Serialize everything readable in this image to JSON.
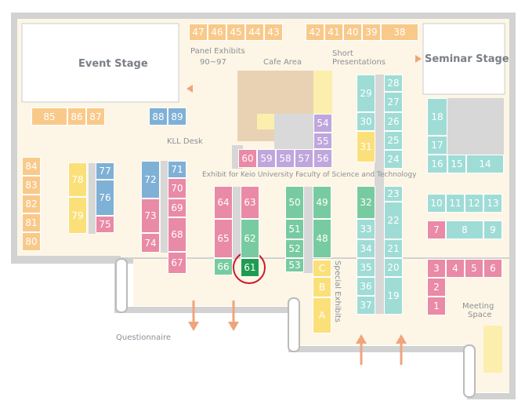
{
  "labels": {
    "event_stage": "Event Stage",
    "seminar_stage": "Seminar Stage",
    "panel_exhibits": "Panel Exhibits",
    "panel_range": "90~97",
    "cafe_area": "Cafe Area",
    "short_presentations_1": "Short",
    "short_presentations_2": "Presentations",
    "kll_desk": "KLL Desk",
    "keio_exhibit": "Exhibit for Keio University Faculty of Science and Technology",
    "special_exhibits": "Special Exhibits",
    "questionnaire": "Questionnaire",
    "meeting_space_1": "Meeting",
    "meeting_space_2": "Space"
  },
  "highlight": {
    "booth": "61",
    "color": "#d0182a"
  },
  "colors": {
    "orange": "#f9c98a",
    "purple": "#bfa6dd",
    "teal": "#9fdcd6",
    "green": "#78cba0",
    "pink": "#e98aa6",
    "blue": "#7fb0d6",
    "yellow": "#fbe07a",
    "lightyellow": "#fcefae",
    "darkgreen": "#1f9c52",
    "gray": "#d7d7d7",
    "floor": "#fdf6e6",
    "wall": "#cfcfcf"
  },
  "booths": [
    {
      "id": "47",
      "c": "orange"
    },
    {
      "id": "46",
      "c": "orange"
    },
    {
      "id": "45",
      "c": "orange"
    },
    {
      "id": "44",
      "c": "orange"
    },
    {
      "id": "43",
      "c": "orange"
    },
    {
      "id": "42",
      "c": "orange"
    },
    {
      "id": "41",
      "c": "orange"
    },
    {
      "id": "40",
      "c": "orange"
    },
    {
      "id": "39",
      "c": "orange"
    },
    {
      "id": "38",
      "c": "orange"
    },
    {
      "id": "85",
      "c": "orange"
    },
    {
      "id": "86",
      "c": "orange"
    },
    {
      "id": "87",
      "c": "orange"
    },
    {
      "id": "88",
      "c": "blue"
    },
    {
      "id": "89",
      "c": "blue"
    },
    {
      "id": "84",
      "c": "orange"
    },
    {
      "id": "83",
      "c": "orange"
    },
    {
      "id": "82",
      "c": "orange"
    },
    {
      "id": "81",
      "c": "orange"
    },
    {
      "id": "80",
      "c": "orange"
    },
    {
      "id": "78",
      "c": "yellow"
    },
    {
      "id": "79",
      "c": "yellow"
    },
    {
      "id": "77",
      "c": "blue"
    },
    {
      "id": "76",
      "c": "blue"
    },
    {
      "id": "75",
      "c": "pink"
    },
    {
      "id": "72",
      "c": "blue"
    },
    {
      "id": "73",
      "c": "pink"
    },
    {
      "id": "74",
      "c": "pink"
    },
    {
      "id": "71",
      "c": "blue"
    },
    {
      "id": "70",
      "c": "pink"
    },
    {
      "id": "69",
      "c": "pink"
    },
    {
      "id": "68",
      "c": "pink"
    },
    {
      "id": "67",
      "c": "pink"
    },
    {
      "id": "64",
      "c": "pink"
    },
    {
      "id": "65",
      "c": "pink"
    },
    {
      "id": "66",
      "c": "green"
    },
    {
      "id": "63",
      "c": "pink"
    },
    {
      "id": "62",
      "c": "green"
    },
    {
      "id": "61",
      "c": "darkgreen"
    },
    {
      "id": "60",
      "c": "pink"
    },
    {
      "id": "59",
      "c": "purple"
    },
    {
      "id": "58",
      "c": "purple"
    },
    {
      "id": "57",
      "c": "purple"
    },
    {
      "id": "56",
      "c": "purple"
    },
    {
      "id": "54",
      "c": "purple"
    },
    {
      "id": "55",
      "c": "purple"
    },
    {
      "id": "50",
      "c": "green"
    },
    {
      "id": "51",
      "c": "green"
    },
    {
      "id": "52",
      "c": "green"
    },
    {
      "id": "53",
      "c": "green"
    },
    {
      "id": "49",
      "c": "green"
    },
    {
      "id": "48",
      "c": "green"
    },
    {
      "id": "C",
      "c": "yellow"
    },
    {
      "id": "B",
      "c": "yellow"
    },
    {
      "id": "A",
      "c": "yellow"
    },
    {
      "id": "29",
      "c": "teal"
    },
    {
      "id": "30",
      "c": "teal"
    },
    {
      "id": "31",
      "c": "yellow"
    },
    {
      "id": "28",
      "c": "teal"
    },
    {
      "id": "27",
      "c": "teal"
    },
    {
      "id": "26",
      "c": "teal"
    },
    {
      "id": "25",
      "c": "teal"
    },
    {
      "id": "24",
      "c": "teal"
    },
    {
      "id": "32",
      "c": "green"
    },
    {
      "id": "33",
      "c": "teal"
    },
    {
      "id": "34",
      "c": "teal"
    },
    {
      "id": "35",
      "c": "teal"
    },
    {
      "id": "36",
      "c": "teal"
    },
    {
      "id": "37",
      "c": "teal"
    },
    {
      "id": "23",
      "c": "teal"
    },
    {
      "id": "22",
      "c": "teal"
    },
    {
      "id": "21",
      "c": "teal"
    },
    {
      "id": "20",
      "c": "teal"
    },
    {
      "id": "19",
      "c": "teal"
    },
    {
      "id": "18",
      "c": "teal"
    },
    {
      "id": "17",
      "c": "teal"
    },
    {
      "id": "16",
      "c": "teal"
    },
    {
      "id": "15",
      "c": "teal"
    },
    {
      "id": "14",
      "c": "teal"
    },
    {
      "id": "10",
      "c": "teal"
    },
    {
      "id": "11",
      "c": "teal"
    },
    {
      "id": "12",
      "c": "teal"
    },
    {
      "id": "13",
      "c": "teal"
    },
    {
      "id": "7",
      "c": "pink"
    },
    {
      "id": "8",
      "c": "teal"
    },
    {
      "id": "9",
      "c": "teal"
    },
    {
      "id": "3",
      "c": "pink"
    },
    {
      "id": "4",
      "c": "pink"
    },
    {
      "id": "5",
      "c": "pink"
    },
    {
      "id": "6",
      "c": "pink"
    },
    {
      "id": "2",
      "c": "pink"
    },
    {
      "id": "1",
      "c": "pink"
    }
  ]
}
